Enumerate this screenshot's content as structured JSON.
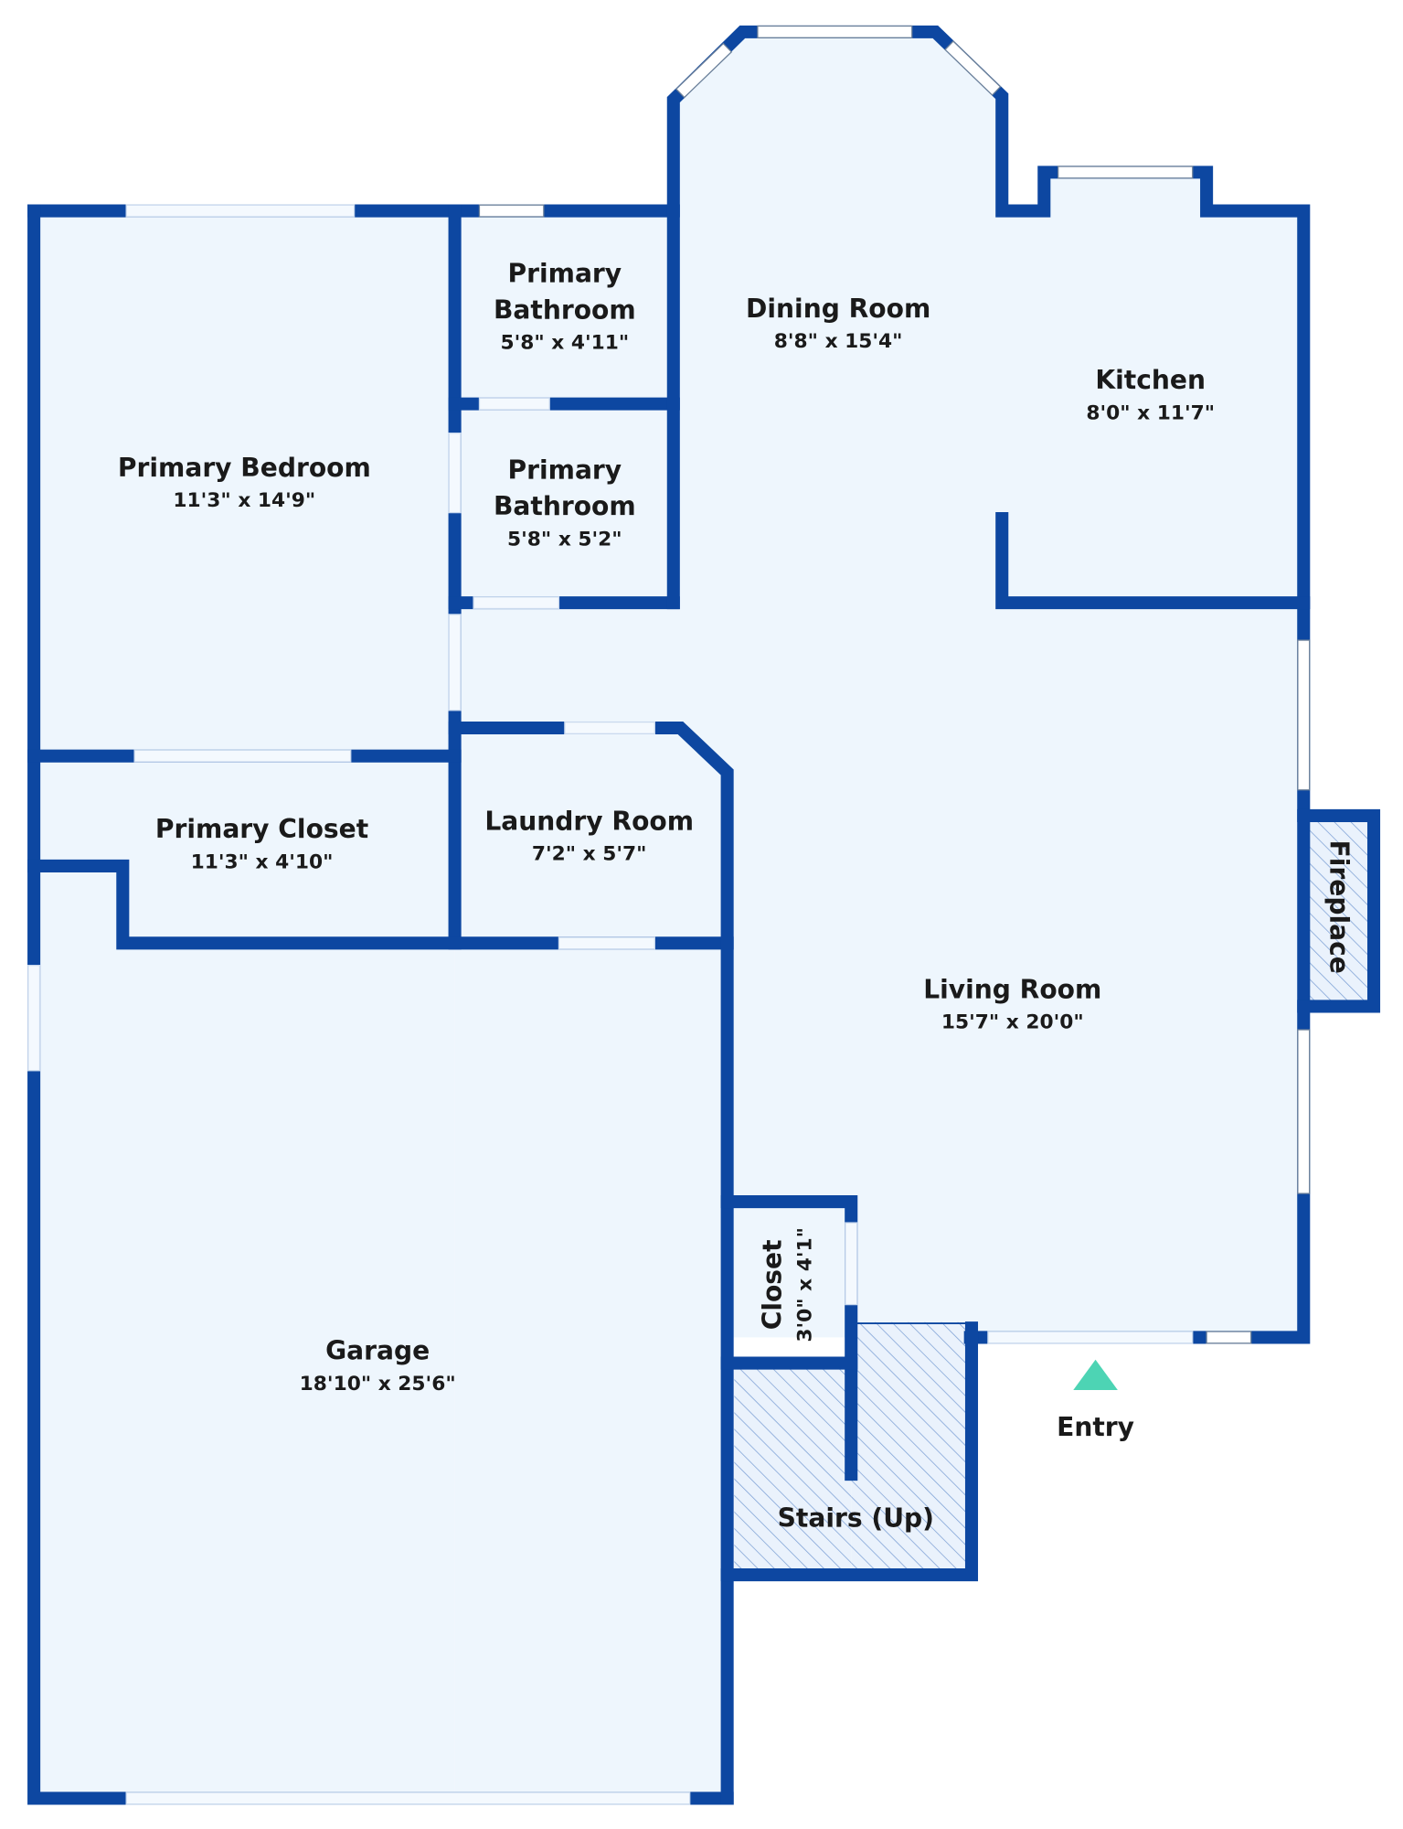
{
  "colors": {
    "wall": "#0d47a1",
    "floor": "#eef6fd",
    "entry_marker": "#4dd4b4",
    "hatch": "#7fa2d6"
  },
  "rooms": {
    "primary_bedroom": {
      "name": "Primary Bedroom",
      "dims": "11'3\" x 14'9\""
    },
    "primary_bathroom_1": {
      "name_line1": "Primary",
      "name_line2": "Bathroom",
      "dims": "5'8\" x 4'11\""
    },
    "primary_bathroom_2": {
      "name_line1": "Primary",
      "name_line2": "Bathroom",
      "dims": "5'8\" x 5'2\""
    },
    "dining_room": {
      "name": "Dining Room",
      "dims": "8'8\" x 15'4\""
    },
    "kitchen": {
      "name": "Kitchen",
      "dims": "8'0\" x 11'7\""
    },
    "primary_closet": {
      "name": "Primary Closet",
      "dims": "11'3\" x 4'10\""
    },
    "laundry_room": {
      "name": "Laundry Room",
      "dims": "7'2\" x 5'7\""
    },
    "living_room": {
      "name": "Living Room",
      "dims": "15'7\" x 20'0\""
    },
    "fireplace": {
      "name": "Fireplace"
    },
    "closet": {
      "name": "Closet",
      "dims": "3'0\" x 4'1\""
    },
    "garage": {
      "name": "Garage",
      "dims": "18'10\" x 25'6\""
    },
    "stairs": {
      "name": "Stairs (Up)"
    }
  },
  "entry": {
    "label": "Entry",
    "icon": "triangle-up-icon"
  }
}
